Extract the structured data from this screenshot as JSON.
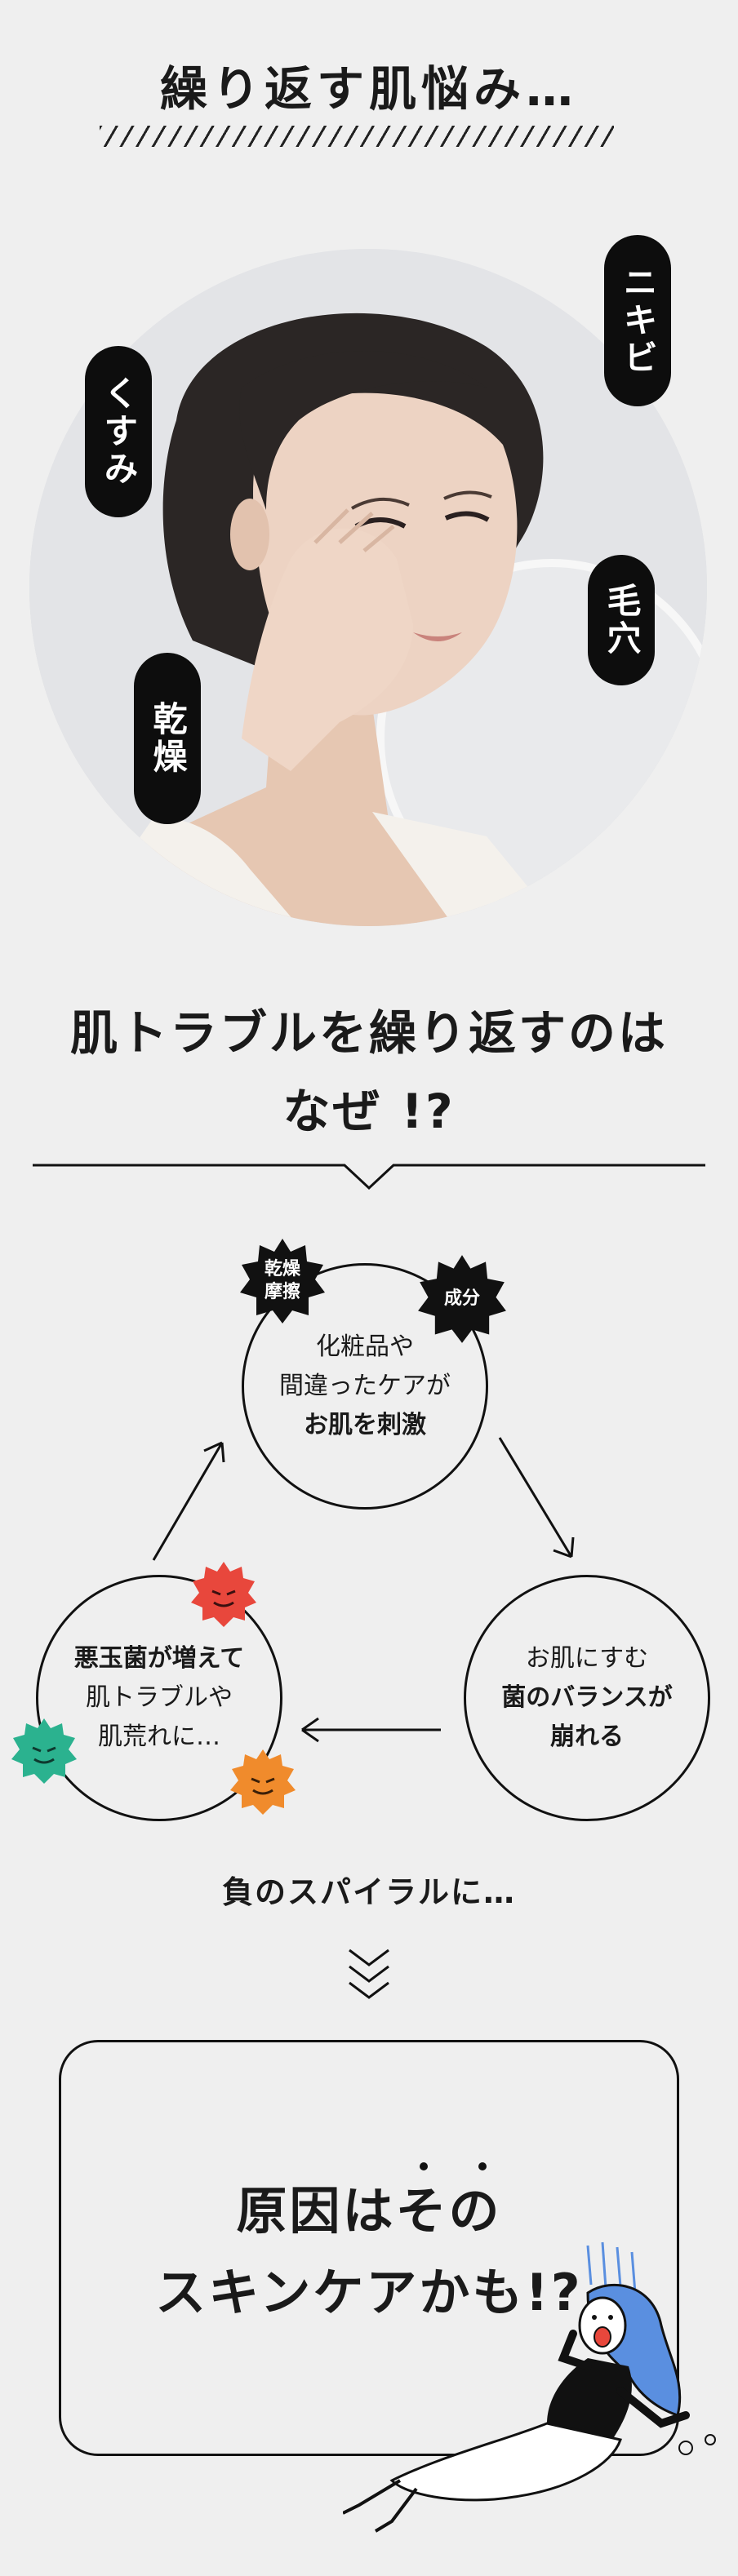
{
  "hero": {
    "title": "繰り返す肌悩み…"
  },
  "concerns": {
    "acne": "ニキビ",
    "dullness": "くすみ",
    "pores": "毛穴",
    "dryness": "乾燥"
  },
  "why": {
    "line1": "肌トラブルを繰り返すのは",
    "line2": "なぜ !?"
  },
  "cycle": {
    "top": {
      "line1": "化粧品や",
      "line2": "間違ったケアが",
      "line3": "お肌を刺激"
    },
    "right": {
      "line1": "お肌にすむ",
      "line2": "菌のバランスが",
      "line3": "崩れる"
    },
    "left": {
      "line1": "悪玉菌が増えて",
      "line2": "肌トラブルや",
      "line3": "肌荒れに…"
    },
    "badge_dry": {
      "line1": "乾燥",
      "line2": "摩擦"
    },
    "badge_ingredient": "成分"
  },
  "spiral": {
    "text": "負のスパイラルに…"
  },
  "cause": {
    "line1": "原因はその",
    "line2": "スキンケアかも!?"
  },
  "colors": {
    "background": "#efefef",
    "ink": "#111111",
    "germ_red": "#e8473c",
    "germ_green": "#2bb28f",
    "germ_orange": "#f08b2c",
    "hair_blue": "#5a8fe0"
  }
}
